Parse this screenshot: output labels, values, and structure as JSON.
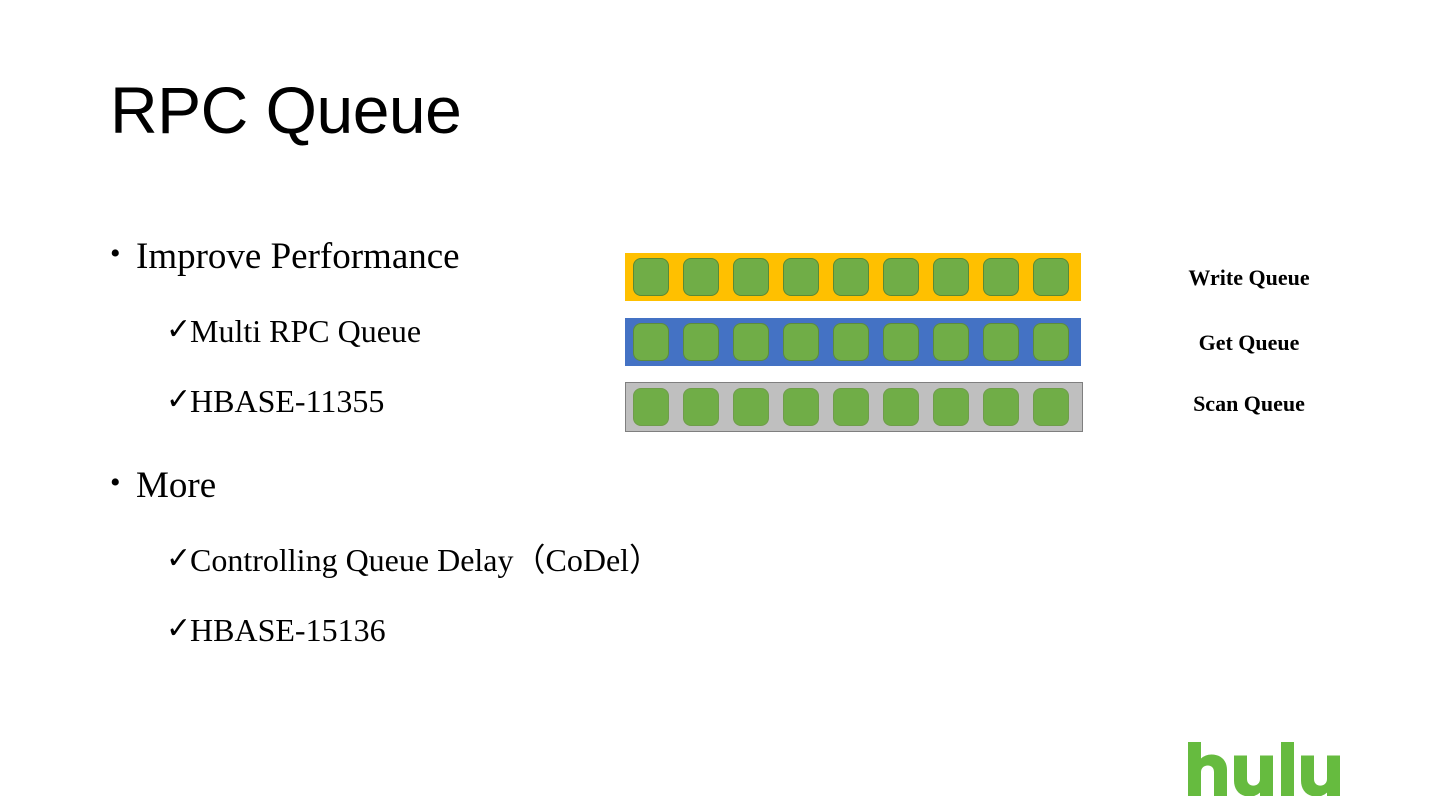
{
  "slide": {
    "title": "RPC Queue",
    "background_color": "#FFFFFF"
  },
  "content": {
    "bullets": [
      {
        "level": 1,
        "marker": "•",
        "text": "Improve Performance",
        "children": [
          {
            "level": 2,
            "marker": "✓",
            "text": "Multi RPC Queue"
          },
          {
            "level": 2,
            "marker": "✓",
            "text": "HBASE-11355"
          }
        ]
      },
      {
        "level": 1,
        "marker": "•",
        "text": "More",
        "children": [
          {
            "level": 2,
            "marker": "✓",
            "text": "Controlling Queue Delay（CoDel）"
          },
          {
            "level": 2,
            "marker": "✓",
            "text": "HBASE-15136"
          }
        ]
      }
    ]
  },
  "diagram": {
    "cell_count": 9,
    "cell_color": "#70AD47",
    "queues": [
      {
        "id": "write",
        "label": "Write Queue",
        "bar_color": "#FFC000",
        "cells": 9
      },
      {
        "id": "get",
        "label": "Get Queue",
        "bar_color": "#4472C4",
        "cells": 9
      },
      {
        "id": "scan",
        "label": "Scan Queue",
        "bar_color": "#BFBFBF",
        "cells": 9
      }
    ]
  },
  "branding": {
    "logo_text": "hulu",
    "logo_color": "#66BB3F"
  }
}
